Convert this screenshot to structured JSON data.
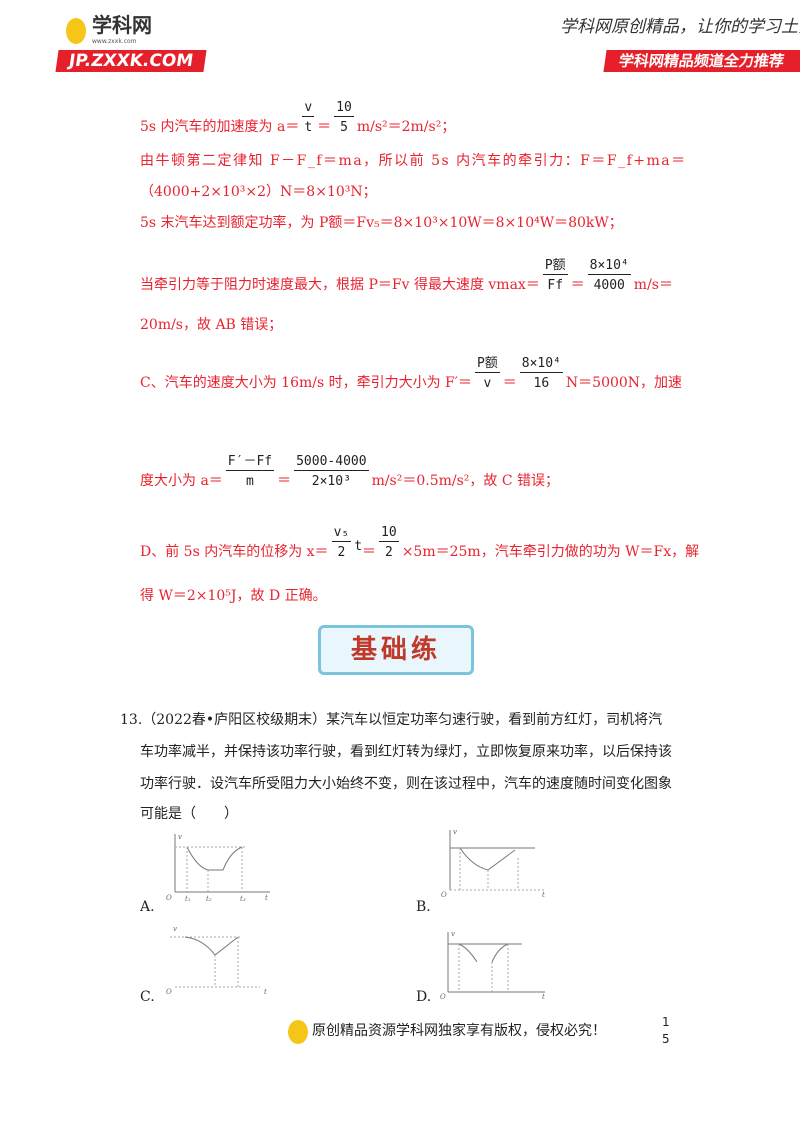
{
  "header": {
    "logo_cn": "学科网",
    "logo_url": "www.zxxk.com",
    "logo_site": "JP.ZXXK.COM",
    "slogan": "学科网原创精品，让你的学习土豪",
    "channel": "学科网精品频道全力推荐"
  },
  "solution": {
    "l1_pre": "5s 内汽车的加速度为 a＝",
    "l1_f1n": "v",
    "l1_f1d": "t",
    "l1_eq": "＝",
    "l1_f2n": "10",
    "l1_f2d": "5",
    "l1_post": "m/s²＝2m/s²；",
    "l2": "由牛顿第二定律知 F－F_f＝ma，所以前 5s 内汽车的牵引力：F＝F_f+ma＝",
    "l3": "（4000+2×10³×2）N＝8×10³N；",
    "l4": "5s 末汽车达到额定功率，为 P额＝Fv₅＝8×10³×10W＝8×10⁴W＝80kW；",
    "l5_pre": "当牵引力等于阻力时速度最大，根据 P＝Fv 得最大速度 vmax＝",
    "l5_f1n": "P额",
    "l5_f1d": "Ff",
    "l5_f2n": "8×10⁴",
    "l5_f2d": "4000",
    "l5_post": "m/s＝",
    "l6": "20m/s，故 AB 错误；",
    "l7_pre": "C、汽车的速度大小为 16m/s 时，牵引力大小为 F′＝",
    "l7_f1n": "P额",
    "l7_f1d": "v",
    "l7_f2n": "8×10⁴",
    "l7_f2d": "16",
    "l7_post": "N＝5000N，加速",
    "l8_pre": "度大小为 a＝",
    "l8_f1n": "F′－Ff",
    "l8_f1d": "m",
    "l8_f2n": "5000-4000",
    "l8_f2d": "2×10³",
    "l8_post": "m/s²＝0.5m/s²，故 C 错误；",
    "l9_pre": "D、前 5s 内汽车的位移为 x＝",
    "l9_f1n": "v₅",
    "l9_f1d": "2",
    "l9_t": "t",
    "l9_f2n": "10",
    "l9_f2d": "2",
    "l9_post": "×5m＝25m，汽车牵引力做的功为 W＝Fx，解",
    "l10": "得 W＝2×10⁵J，故 D 正确。"
  },
  "section_banner": "基础练",
  "question": {
    "lines": [
      "13.（2022春•庐阳区校级期末）某汽车以恒定功率匀速行驶，看到前方红灯，司机将汽",
      "车功率减半，并保持该功率行驶，看到红灯转为绿灯，立即恢复原来功率，以后保持该",
      "功率行驶．设汽车所受阻力大小始终不变，则在该过程中，汽车的速度随时间变化图象",
      "可能是（　　）"
    ],
    "options": [
      "A.",
      "B.",
      "C.",
      "D."
    ],
    "axis": {
      "v": "v",
      "t": "t",
      "o": "O",
      "t1": "t₁",
      "t2": "t₂",
      "t3": "t₃"
    }
  },
  "footer": {
    "notice": "原创精品资源学科网独家享有版权，侵权必究！",
    "page": [
      "1",
      "5"
    ]
  }
}
